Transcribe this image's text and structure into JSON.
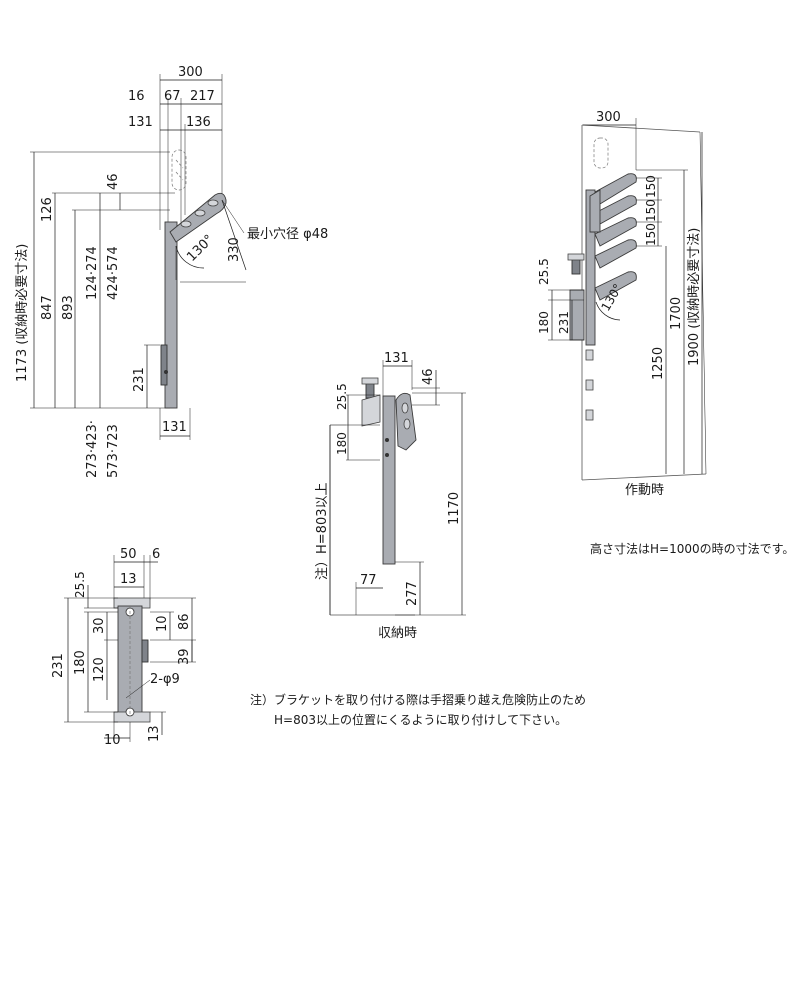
{
  "views": {
    "side_top_dims": {
      "d300": "300",
      "d16": "16",
      "d67": "67",
      "d217": "217",
      "d131": "131",
      "d136": "136"
    },
    "side_left_dims": {
      "d1173": "1173 (収納時必要寸法)",
      "d847": "847",
      "d893": "893",
      "d126": "126",
      "d46": "46",
      "d124_274": "124·274",
      "d424_574": "424·574",
      "d231": "231",
      "d273_423": "273·423·",
      "d573_723": "573·723",
      "d131_bottom": "131"
    },
    "side_arm": {
      "angle": "130°",
      "d330": "330",
      "hole": "最小穴径 φ48"
    },
    "operating": {
      "d300": "300",
      "d150a": "150",
      "d150b": "150",
      "d150c": "150",
      "d25_5": "25.5",
      "d180": "180",
      "d231": "231",
      "angle": "130°",
      "d1250": "1250",
      "d1700": "1700",
      "d1900": "1900 (収納時必要寸法)",
      "caption": "作動時"
    },
    "stored": {
      "d131": "131",
      "d46": "46",
      "d25_5": "25.5",
      "d180": "180",
      "h803": "注）H=803以上",
      "d1170": "1170",
      "d77": "77",
      "d277": "277",
      "caption": "収納時"
    },
    "bracket": {
      "d50": "50",
      "d6": "6",
      "d13": "13",
      "d25_5": "25.5",
      "d30": "30",
      "d10r": "10",
      "d86": "86",
      "d231": "231",
      "d180": "180",
      "d120": "120",
      "d39": "39",
      "hole": "2-φ9",
      "d10b": "10",
      "d13b": "13"
    }
  },
  "notes": {
    "height_note": "高さ寸法はH=1000の時の寸法です。",
    "note_line1": "注）ブラケットを取り付ける際は手摺乗り越え危険防止のため",
    "note_line2": "H=803以上の位置にくるように取り付けして下さい。"
  }
}
